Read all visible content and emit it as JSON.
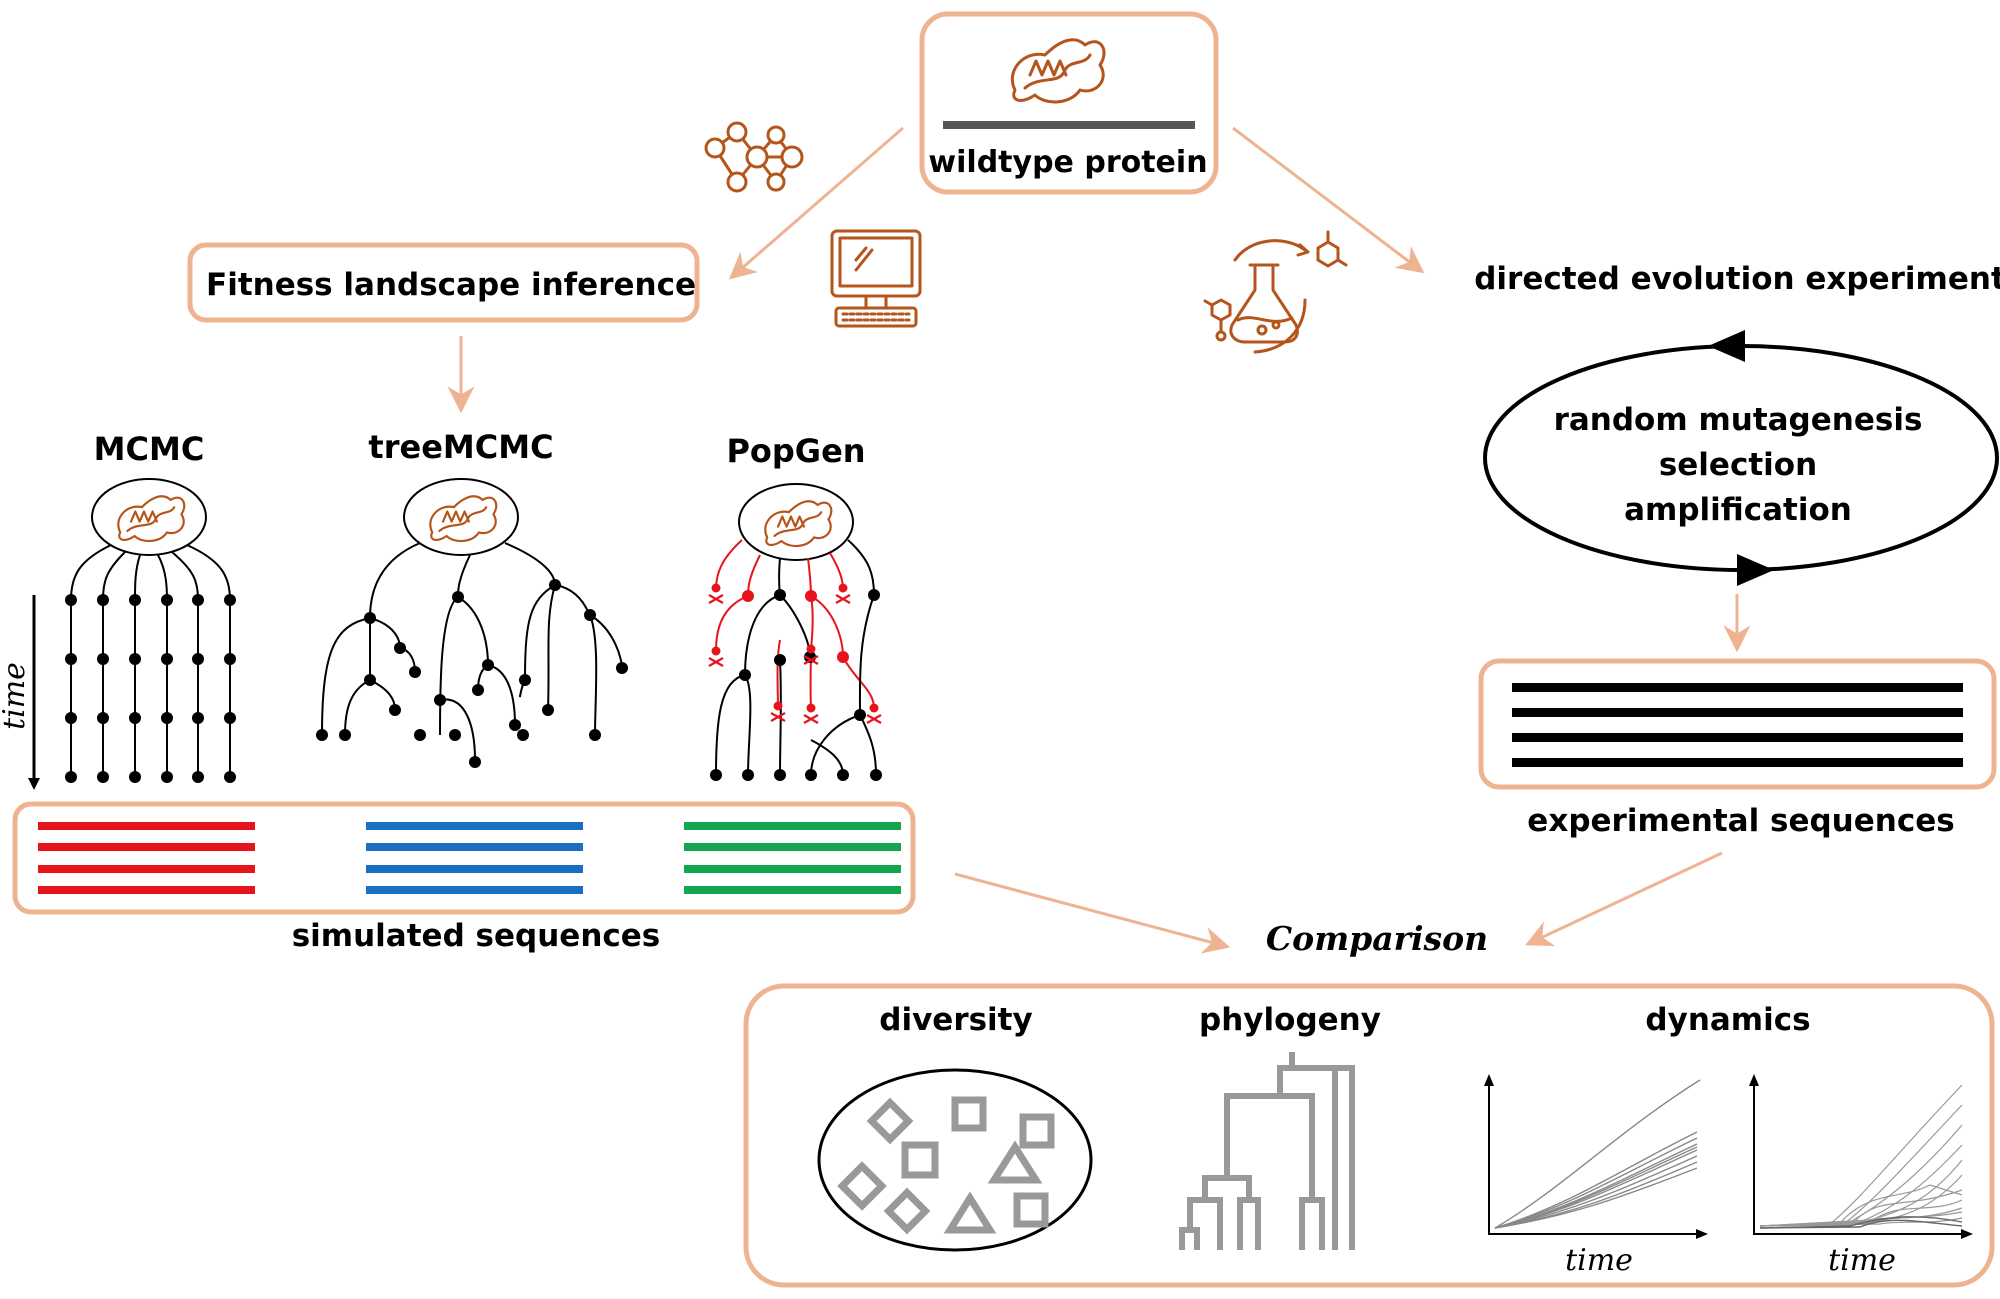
{
  "labels": {
    "wildtype": "wildtype protein",
    "fitness": "Fitness landscape inference",
    "directed": "directed evolution experiment",
    "cycle_1": "random mutagenesis",
    "cycle_2": "selection",
    "cycle_3": "amplification",
    "experimental": "experimental sequences",
    "simulated": "simulated sequences",
    "comparison": "Comparison",
    "time": "time",
    "diversity": "diversity",
    "phylogeny": "phylogeny",
    "dynamics": "dynamics"
  },
  "methods": [
    {
      "name": "MCMC",
      "color": "#e8141c"
    },
    {
      "name": "treeMCMC",
      "color": "#1b6fc2"
    },
    {
      "name": "PopGen",
      "color": "#12a650"
    }
  ],
  "colors": {
    "accent_orange": "#eeb391",
    "icon_brown": "#b5541b",
    "sequence_black": "#000000",
    "shape_gray": "#999999"
  },
  "icons": [
    "protein-icon",
    "neural-network-icon",
    "computer-icon",
    "chemistry-flask-icon",
    "skull-crossbones-icon"
  ]
}
